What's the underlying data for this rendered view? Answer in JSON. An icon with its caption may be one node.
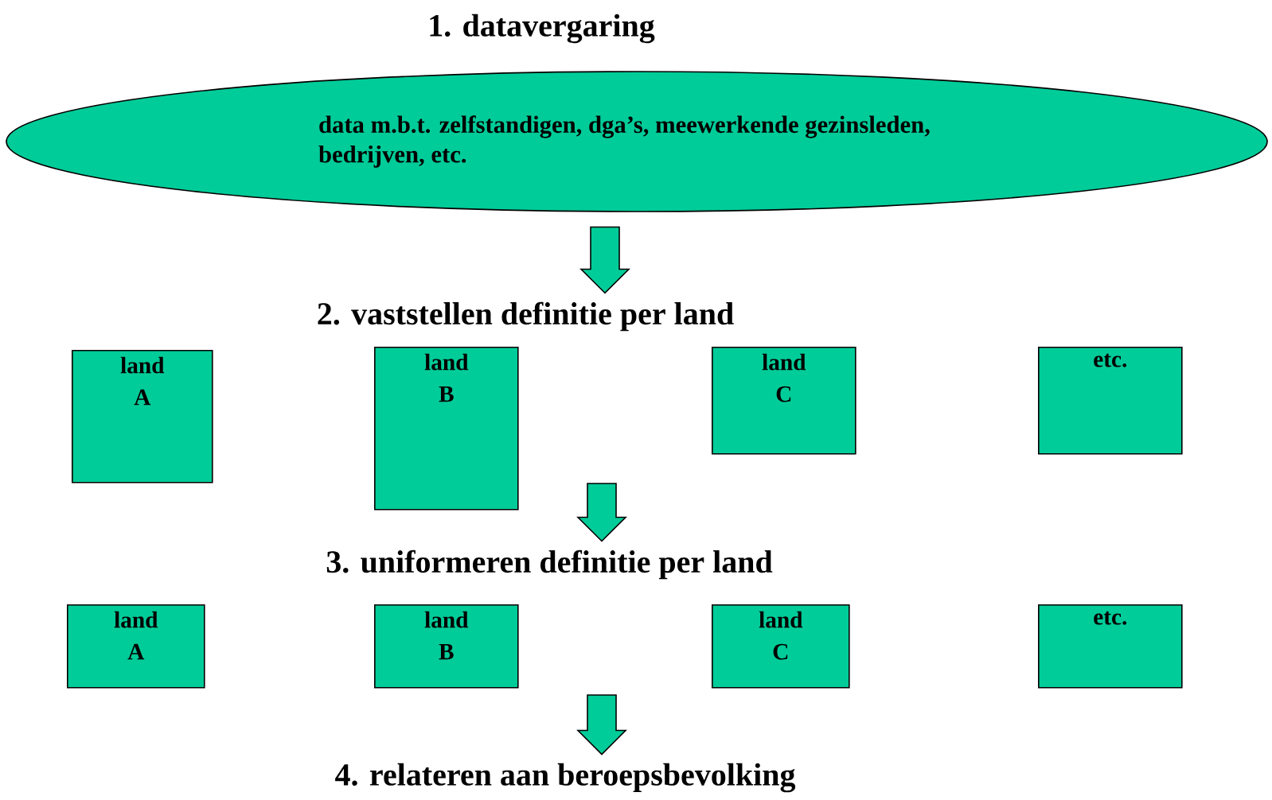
{
  "diagram": {
    "nodes": [
      {
        "text": [
          "data m.b.t. zelfstandigen, dga’s, meewerkende gezinsleden, bedrijven, etc."
        ]
      },
      {
        "text": [
          "2. vaststellen definitie per land"
        ]
      },
      {
        "text": [
          "land A"
        ]
      },
      {
        "text": [
          "land B"
        ]
      },
      {
        "text": [
          "land C"
        ]
      },
      {
        "text": [
          "etc."
        ]
      },
      {
        "text": [
          "3. uniformeren definitie per land"
        ]
      },
      {
        "text": [
          "land A"
        ]
      },
      {
        "text": [
          "land B"
        ]
      },
      {
        "text": [
          "land C"
        ]
      },
      {
        "text": [
          "etc."
        ]
      },
      {
        "text": [
          "4. relateren aan beroepsbevolking"
        ]
      }
    ],
    "edges": [
      {
        "from": 0,
        "to": 1,
        "arrow": "to"
      },
      {
        "from": null,
        "to": 6,
        "arrow": "to"
      },
      {
        "from": null,
        "to": 11,
        "arrow": "to"
      }
    ],
    "labels": [
      "1. datavergaring"
    ]
  }
}
